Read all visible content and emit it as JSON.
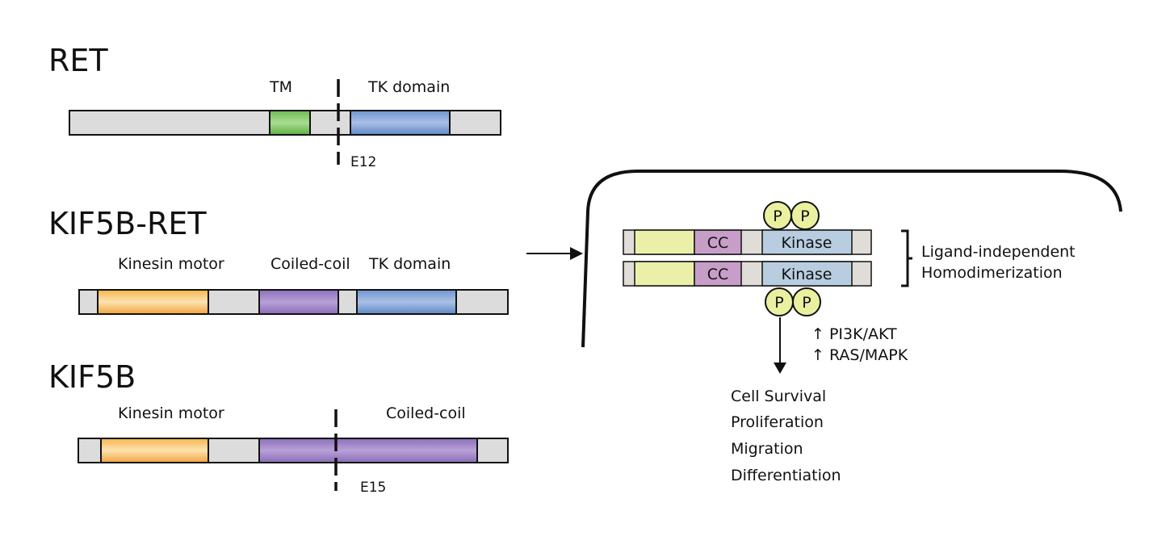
{
  "colors": {
    "backbone": "#dcdcdc",
    "tm": "#6cbd4f",
    "tk_domain": "#6f95cf",
    "kinesin_motor": "#f3a33e",
    "coiled_coil": "#8f72bd",
    "cc_small": "#c79ec8",
    "kinase_small": "#b8cde0",
    "yellow_segment": "#eaf0a8",
    "phospho": "#eaf0a0",
    "stroke": "#111111"
  },
  "ret": {
    "title": "RET",
    "tm_label": "TM",
    "tk_label": "TK domain",
    "breakpoint_label": "E12"
  },
  "fusion": {
    "title": "KIF5B-RET",
    "kinesin_label": "Kinesin motor",
    "coiled_label": "Coiled-coil",
    "tk_label": "TK domain"
  },
  "kif5b": {
    "title": "KIF5B",
    "kinesin_label": "Kinesin motor",
    "coiled_label": "Coiled-coil",
    "breakpoint_label": "E15"
  },
  "cell": {
    "phospho_label": "P",
    "cc_label": "CC",
    "kinase_label": "Kinase",
    "dimer_line1": "Ligand-independent",
    "dimer_line2": "Homodimerization",
    "pathway1": "↑ PI3K/AKT",
    "pathway2": "↑ RAS/MAPK",
    "outcomes": [
      "Cell Survival",
      "Proliferation",
      "Migration",
      "Differentiation"
    ]
  }
}
